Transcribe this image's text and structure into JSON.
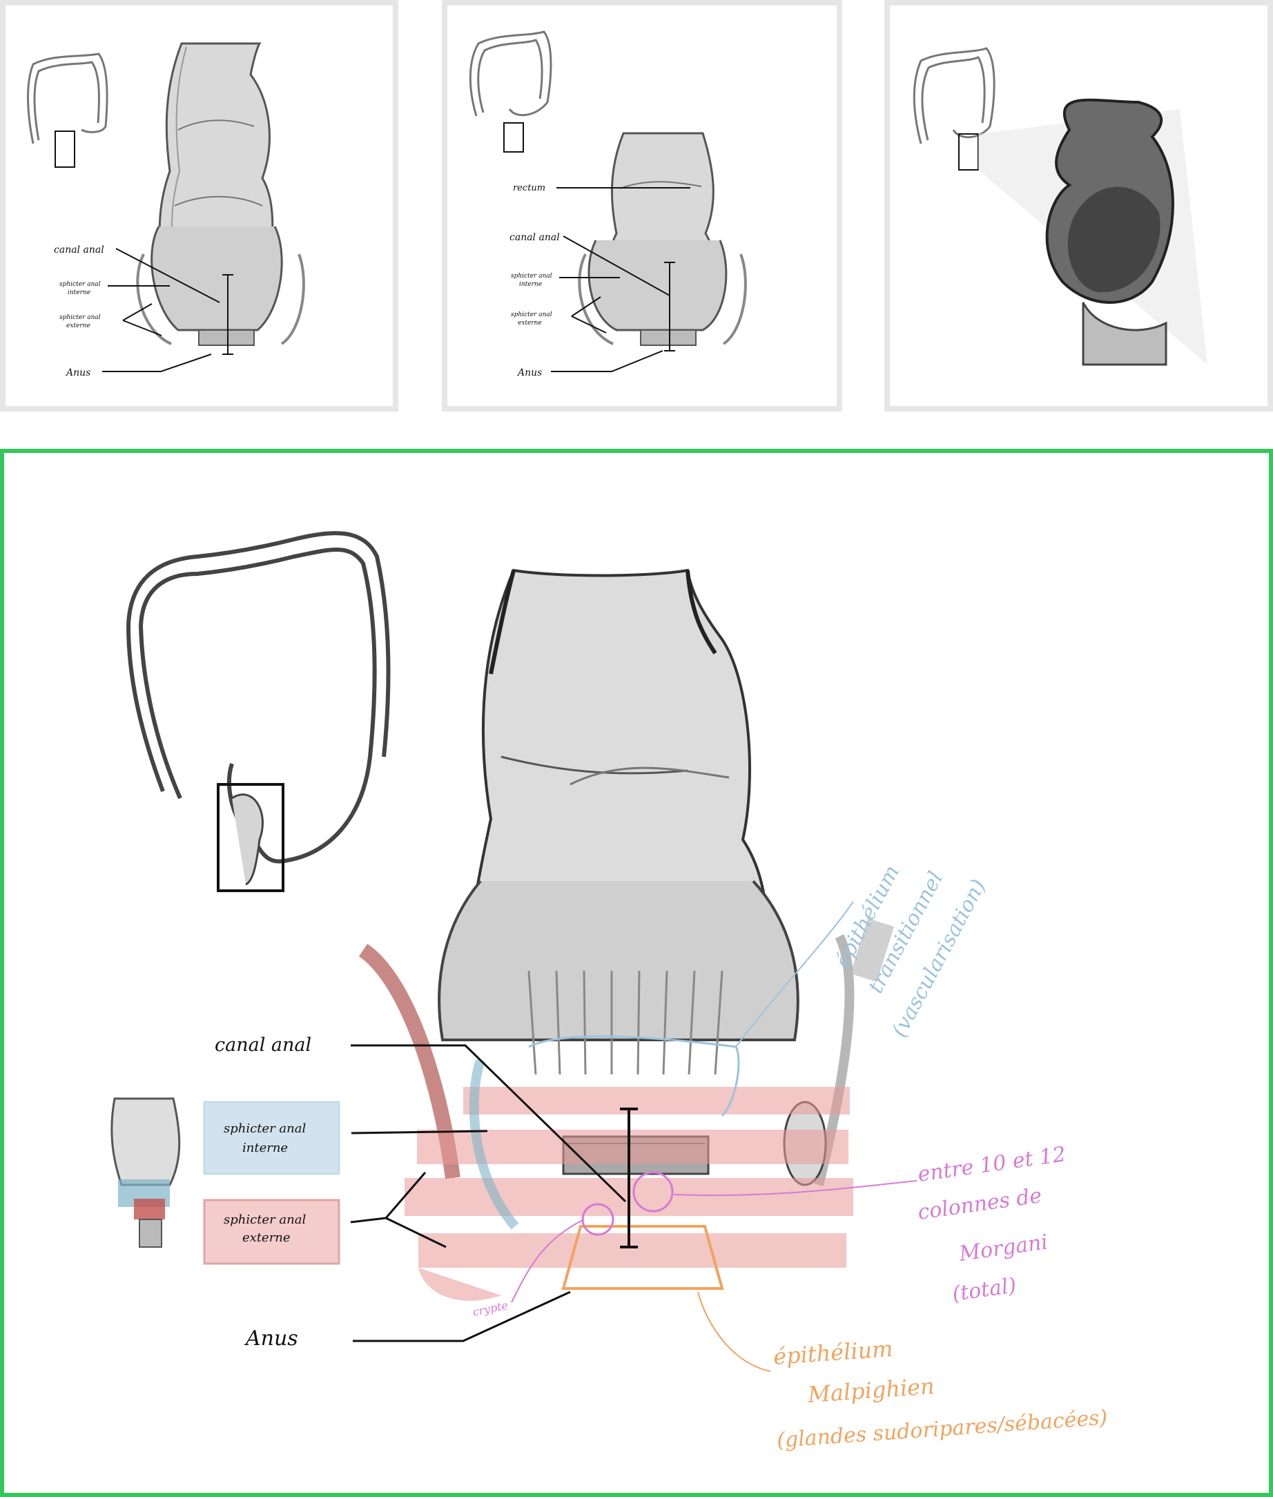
{
  "panels": [
    {
      "id": "sketch-1",
      "labels": {
        "canal_anal": "canal anal",
        "sphincter_interne": [
          "sphicter anal",
          "interne"
        ],
        "sphincter_externe": [
          "sphicter anal",
          "externe"
        ],
        "anus": "Anus"
      }
    },
    {
      "id": "sketch-2",
      "labels": {
        "rectum": "rectum",
        "canal_anal": "canal anal",
        "sphincter_interne": [
          "sphicter anal",
          "interne"
        ],
        "sphincter_externe": [
          "sphicter anal",
          "externe"
        ],
        "anus": "Anus"
      }
    },
    {
      "id": "sketch-3",
      "labels": {}
    }
  ],
  "main": {
    "labels": {
      "canal_anal": "canal anal",
      "sphincter_interne": [
        "sphicter anal",
        "interne"
      ],
      "sphincter_externe": [
        "sphicter anal",
        "externe"
      ],
      "anus": "Anus",
      "crypte": "crypte"
    },
    "annotations": {
      "transitionnel": [
        "épithélium",
        "transitionnel",
        "(vascularisation)"
      ],
      "morgani": [
        "entre 10 et 12",
        "colonnes de",
        "Morgani",
        "(total)"
      ],
      "malpighien": [
        "épithélium",
        "Malpighien",
        "(glandes sudoripares/sébacées)"
      ]
    },
    "colors": {
      "frame": "#34c759",
      "panel_border": "#e6e6e6",
      "internal_sphincter": "#7fb3c8",
      "external_sphincter": "#c0504d",
      "red_band": "#e89a98",
      "transitional": "#9cc3dd",
      "morgani": "#d77ad6",
      "malpighian": "#f2a35e",
      "ink": "#111111"
    }
  }
}
